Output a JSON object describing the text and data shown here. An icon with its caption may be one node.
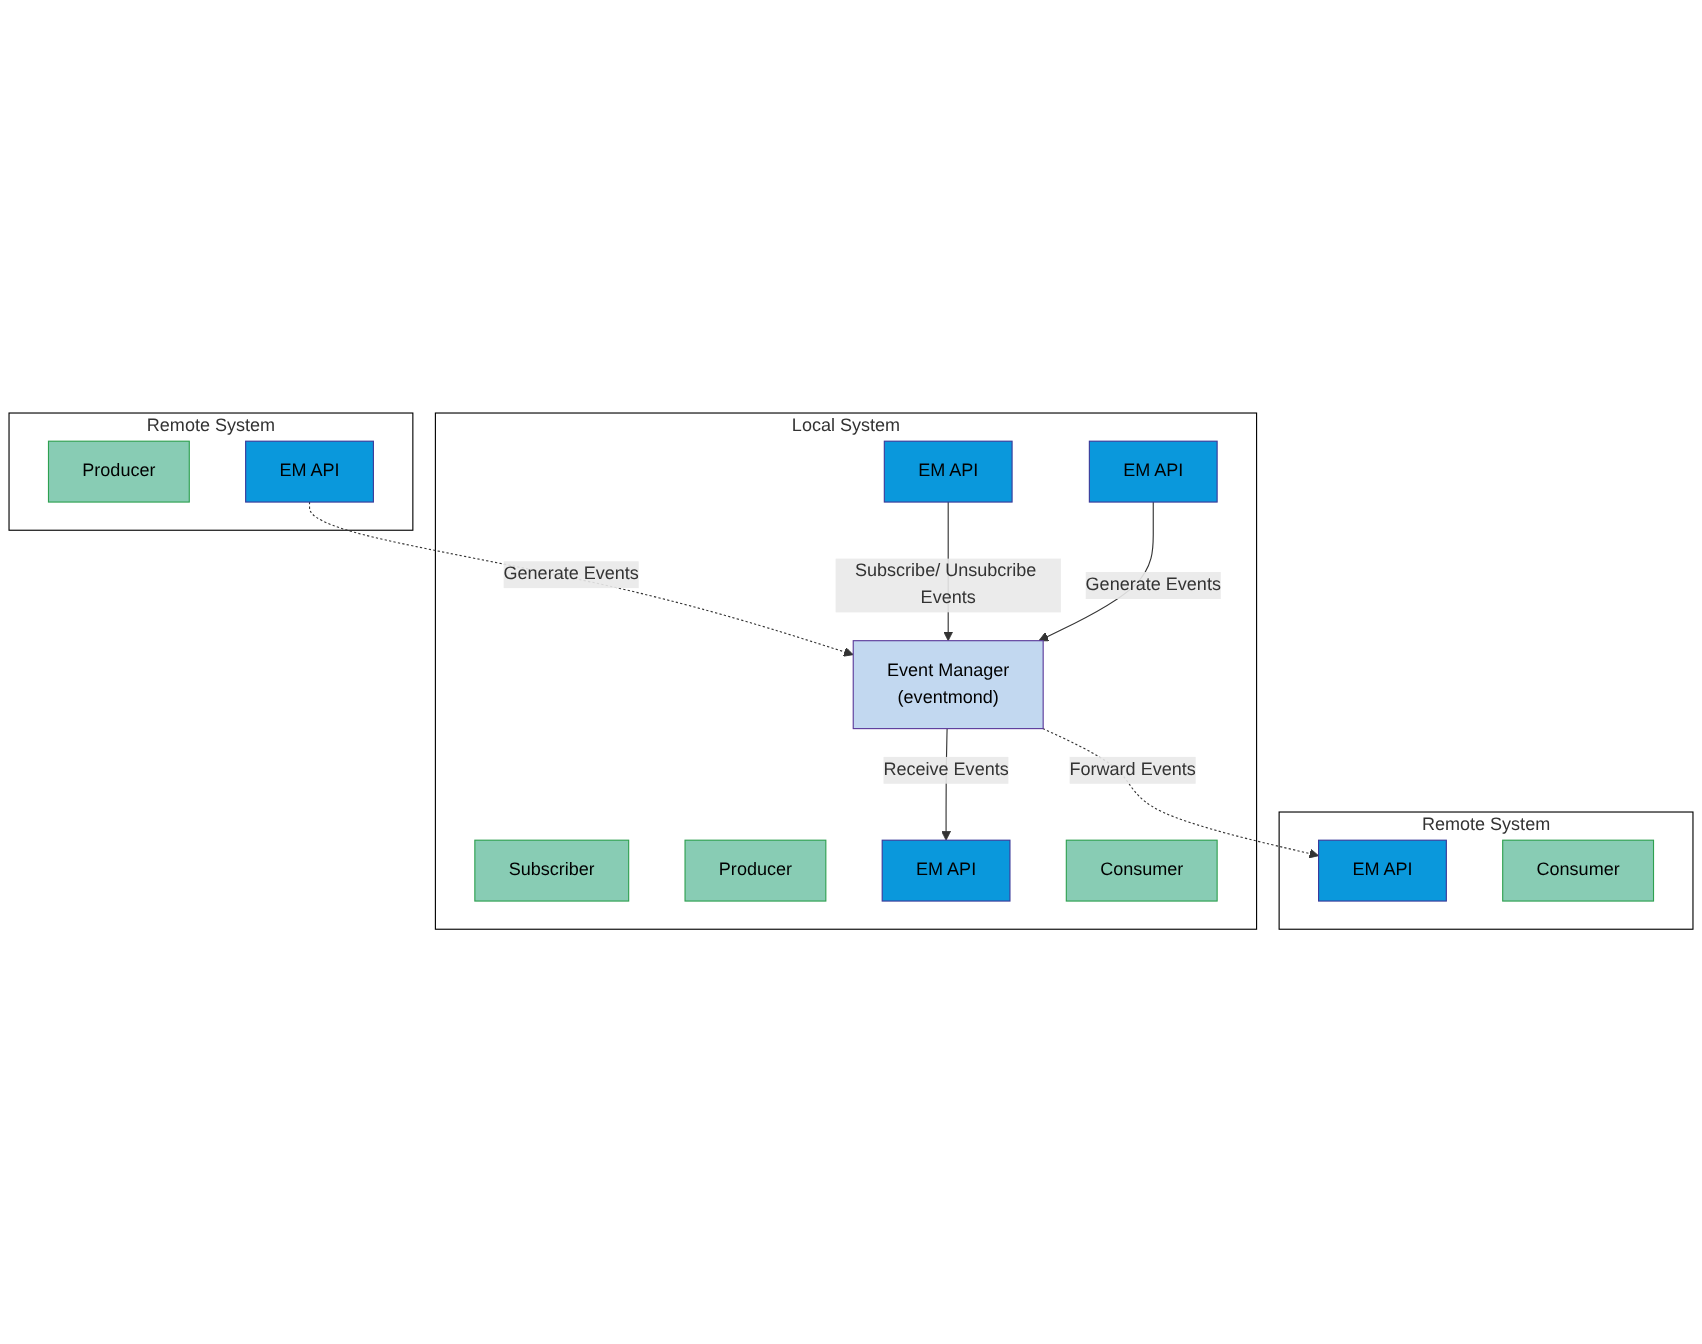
{
  "diagram": {
    "nodes": [
      {
        "text": [
          "Remote System"
        ]
      },
      {
        "text": [
          "Producer"
        ],
        "in": 0
      },
      {
        "text": [
          "EM API"
        ],
        "in": 0
      },
      {
        "text": [
          "Local System"
        ]
      },
      {
        "text": [
          "EM API"
        ],
        "in": 3
      },
      {
        "text": [
          "Subscriber"
        ],
        "in": 3
      },
      {
        "text": [
          "Producer"
        ],
        "in": 3
      },
      {
        "text": [
          "EM API"
        ],
        "in": 3
      },
      {
        "text": [
          "Event Manager",
          "(eventmond)"
        ],
        "in": 3
      },
      {
        "text": [
          "EM API"
        ],
        "in": 3
      },
      {
        "text": [
          "Consumer"
        ],
        "in": 3
      },
      {
        "text": [
          "Remote System"
        ]
      },
      {
        "text": [
          "EM API"
        ],
        "in": 11
      },
      {
        "text": [
          "Consumer"
        ],
        "in": 11
      }
    ],
    "edges": [
      {
        "from": 2,
        "to": 8,
        "arrow": "to",
        "label": "Generate Events",
        "style": "dashed"
      },
      {
        "from": 4,
        "to": 8,
        "arrow": "to",
        "label": "Subscribe/ Unsubcribe Events"
      },
      {
        "from": 7,
        "to": 8,
        "arrow": "to",
        "label": "Generate Events"
      },
      {
        "from": 8,
        "to": 9,
        "arrow": "to",
        "label": "Receive Events"
      },
      {
        "from": 8,
        "to": 12,
        "arrow": "to",
        "label": "Forward Events",
        "style": "dashed"
      }
    ]
  }
}
